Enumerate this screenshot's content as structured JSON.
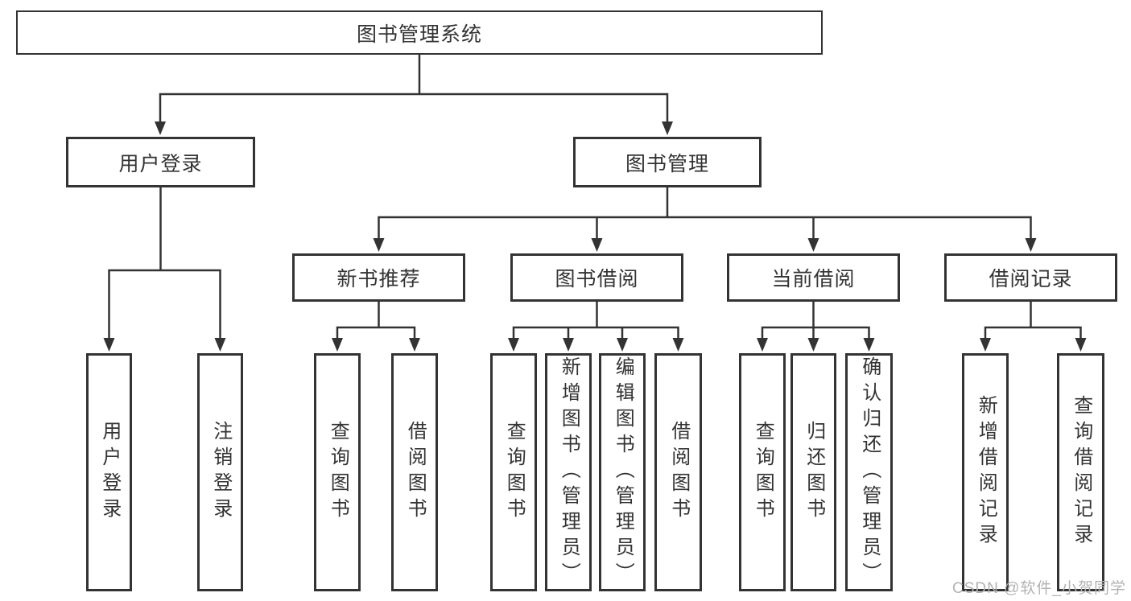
{
  "diagram": {
    "type": "hierarchy-diagram",
    "nodes": {
      "root": "图书管理系统",
      "user_login": "用户登录",
      "book_management": "图书管理",
      "new_book_recommend": "新书推荐",
      "book_borrowing": "图书借阅",
      "current_borrowing": "当前借阅",
      "borrowing_records": "借阅记录",
      "leaf_user_login": "用户登录",
      "leaf_logout": "注销登录",
      "leaf_nb_query_books": "查询图书",
      "leaf_nb_borrow_books": "借阅图书",
      "leaf_bb_query_books": "查询图书",
      "leaf_bb_add_books_admin": "新增图书（管理员）",
      "leaf_bb_edit_books_admin": "编辑图书（管理员）",
      "leaf_bb_borrow_books": "借阅图书",
      "leaf_cb_query_books": "查询图书",
      "leaf_cb_return_books": "归还图书",
      "leaf_cb_confirm_return_admin": "确认归还（管理员）",
      "leaf_rec_add_record": "新增借阅记录",
      "leaf_rec_query_record": "查询借阅记录"
    },
    "hierarchy": {
      "图书管理系统": [
        "用户登录",
        "图书管理"
      ],
      "用户登录": [
        "用户登录",
        "注销登录"
      ],
      "图书管理": [
        "新书推荐",
        "图书借阅",
        "当前借阅",
        "借阅记录"
      ],
      "新书推荐": [
        "查询图书",
        "借阅图书"
      ],
      "图书借阅": [
        "查询图书",
        "新增图书（管理员）",
        "编辑图书（管理员）",
        "借阅图书"
      ],
      "当前借阅": [
        "查询图书",
        "归还图书",
        "确认归还（管理员）"
      ],
      "借阅记录": [
        "新增借阅记录",
        "查询借阅记录"
      ]
    },
    "colors": {
      "line": "#333333",
      "text": "#333333",
      "box_background": "#ffffff",
      "watermark": "#b2b2b2"
    },
    "watermark": "CSDN @软件_小贺同学"
  }
}
